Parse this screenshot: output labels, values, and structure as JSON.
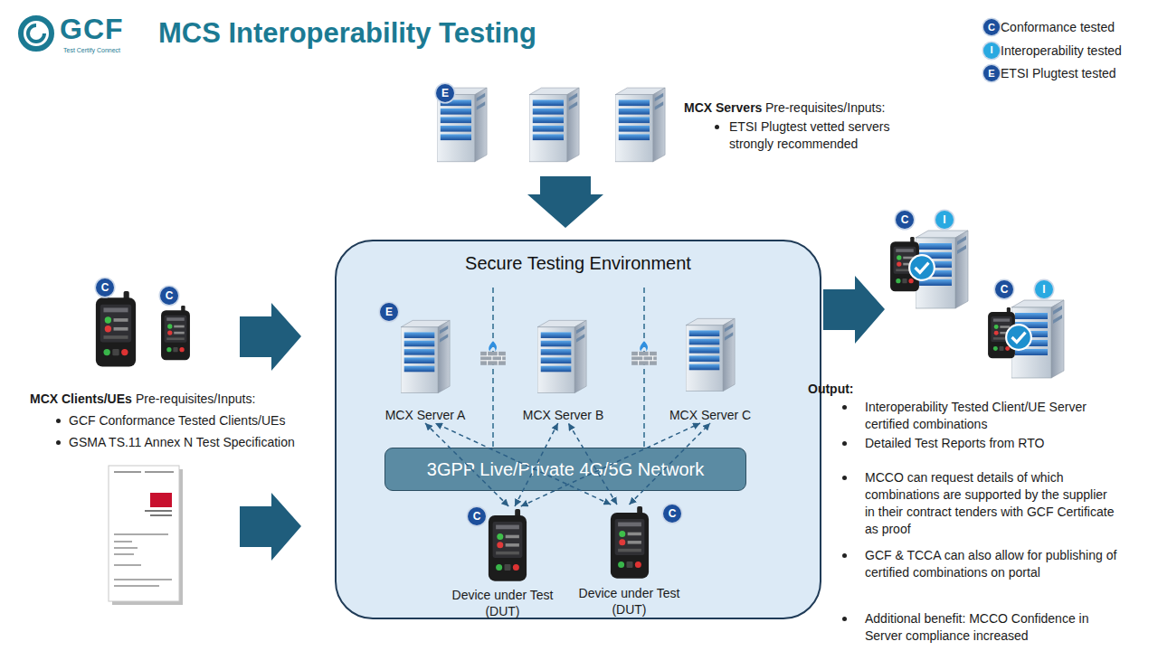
{
  "diagram": {
    "title": "MCS Interoperability Testing",
    "nodes": [
      {
        "text": [
          "Secure Testing Environment"
        ]
      },
      {
        "text": [
          "MCX Server A"
        ],
        "in": 0
      },
      {
        "text": [
          "MCX Server B"
        ],
        "in": 0
      },
      {
        "text": [
          "MCX Server C"
        ],
        "in": 0
      },
      {
        "text": [
          "3GPP Live/Private 4G/5G Network"
        ],
        "in": 0
      },
      {
        "text": [
          "Device under Test (DUT)"
        ],
        "in": 0
      },
      {
        "text": [
          "Device under Test (DUT)"
        ],
        "in": 0
      }
    ],
    "edges": [
      {
        "from": 5,
        "to": 1,
        "arrow": "both"
      },
      {
        "from": 5,
        "to": 2,
        "arrow": "both"
      },
      {
        "from": 5,
        "to": 3,
        "arrow": "both"
      },
      {
        "from": 6,
        "to": 1,
        "arrow": "both"
      },
      {
        "from": 6,
        "to": 2,
        "arrow": "both"
      },
      {
        "from": 6,
        "to": 3,
        "arrow": "both"
      }
    ],
    "labels": [
      "GCF",
      "Test Certify Connect",
      "E",
      "MCX Servers",
      "Pre-requisites/Inputs:",
      "ETSI Plugtest vetted servers strongly recommended",
      "C",
      "C",
      "MCX Clients/UEs",
      "Pre-requisites/Inputs:",
      "GCF Conformance Tested Clients/UEs",
      "GSMA TS.11 Annex N Test Specification",
      "E",
      "C",
      "C",
      "C",
      "I",
      "C",
      "I",
      "Output:",
      "Interoperability Tested Client/UE Server certified combinations",
      "Detailed Test Reports from RTO",
      "MCCO can request details of which combinations are supported by the supplier in their contract tenders with GCF Certificate as proof",
      "GCF & TCCA can also allow for publishing of certified combinations on portal",
      "Additional benefit: MCCO Confidence in Server compliance increased",
      "C",
      "I",
      "E"
    ],
    "legend": [
      {
        "text": "Conformance tested",
        "color": "#1d4f9c"
      },
      {
        "text": "Interoperability tested",
        "color": "#29a9e1"
      },
      {
        "text": "ETSI Plugtest tested",
        "color": "#1d4f9c"
      }
    ]
  }
}
